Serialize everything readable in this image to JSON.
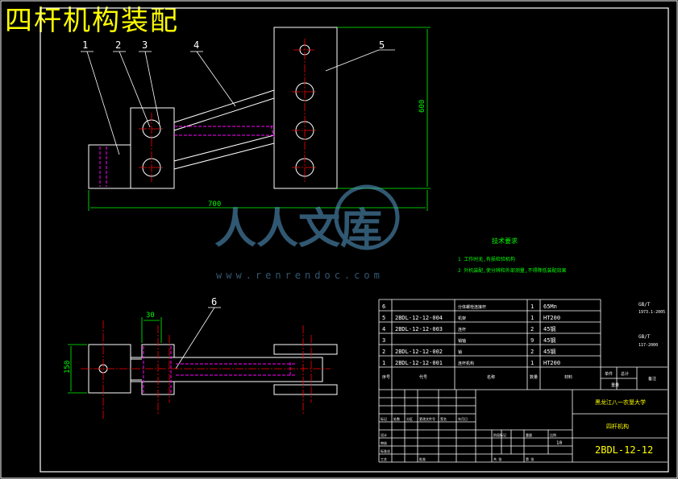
{
  "title": "四杆机构装配",
  "balloons": [
    "1",
    "2",
    "3",
    "4",
    "5",
    "6"
  ],
  "dims": {
    "horizontal": "700",
    "vertical": "600",
    "small_top": "30",
    "left_height": "150"
  },
  "notes": {
    "heading": "技术要求",
    "line1": "1  工作时无,有损检验机构",
    "line2": "2  外机装配,使分辨和外部测量,不得降低装配效果"
  },
  "watermark": {
    "brand": "人人文库",
    "url": "www.renrendoc.com"
  },
  "bom": {
    "rows": [
      {
        "no": "6",
        "code": "",
        "name": "分体螺栓连接杆",
        "qty": "1",
        "material": "65Mn",
        "std": "GB/T 1973.1-2005"
      },
      {
        "no": "5",
        "code": "2BDL-12-12-004",
        "name": "机架",
        "qty": "1",
        "material": "HT200",
        "std": ""
      },
      {
        "no": "4",
        "code": "2BDL-12-12-003",
        "name": "连杆",
        "qty": "2",
        "material": "45钢",
        "std": ""
      },
      {
        "no": "3",
        "code": "",
        "name": "销轴",
        "qty": "9",
        "material": "45钢",
        "std": "GB/T 117-2000"
      },
      {
        "no": "2",
        "code": "2BDL-12-12-002",
        "name": "销",
        "qty": "2",
        "material": "45钢",
        "std": ""
      },
      {
        "no": "1",
        "code": "2BDL-12-12-001",
        "name": "连杆机构",
        "qty": "1",
        "material": "HT200",
        "std": ""
      }
    ],
    "headers": {
      "no": "序号",
      "code": "代号",
      "name": "名称",
      "qty": "数量",
      "material": "材料",
      "unit": "单件",
      "total": "总计",
      "weight": "重量",
      "remark": "备注"
    }
  },
  "title_block": {
    "school": "黑龙江八一农垦大学",
    "name": "四杆机构",
    "drawing_no": "2BDL-12-12",
    "scale": "10",
    "labels": [
      "标记",
      "处数",
      "分区",
      "更改文件号",
      "签名",
      "年月日",
      "设计",
      "标准化",
      "阶段标记",
      "重量",
      "比例",
      "审核",
      "工艺",
      "批准",
      "共 张",
      "第 张"
    ]
  },
  "colors": {
    "bg": "#000000",
    "outline": "#ffffff",
    "dim": "#00ff00",
    "center": "#ff0000",
    "hidden": "#ff00ff",
    "title": "#ffff00",
    "note": "#00ff00",
    "watermark": "#5aa0d0"
  }
}
